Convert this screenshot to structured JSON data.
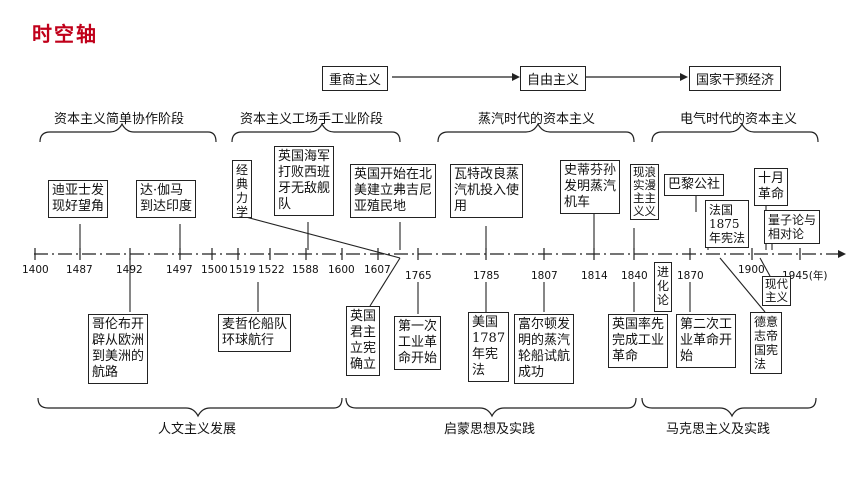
{
  "title": "时空轴",
  "stages": [
    "重商主义",
    "自由主义",
    "国家干预经济"
  ],
  "periods_top": [
    "资本主义简单协作阶段",
    "资本主义工场手工业阶段",
    "蒸汽时代的资本主义",
    "电气时代的资本主义"
  ],
  "periods_bottom": [
    "人文主义发展",
    "启蒙思想及实践",
    "马克思主义及实践"
  ],
  "ticks": [
    "1400",
    "1487",
    "1492",
    "1497",
    "1500",
    "1519",
    "1522",
    "1588",
    "1600",
    "1607",
    "1765",
    "1785",
    "1807",
    "1814",
    "1840",
    "1870",
    "1900",
    "1945(年)"
  ],
  "events_top": {
    "e1": "迪亚士发\n现好望角",
    "e2": "达·伽马\n到达印度",
    "e3": "经典力学",
    "e4": "英国海军\n打败西班\n牙无敌舰\n队",
    "e5": "英国开始在北\n美建立弗吉尼\n亚殖民地",
    "e6": "瓦特改良蒸\n汽机投入使\n用",
    "e7": "史蒂芬孙\n发明蒸汽\n机车",
    "e8": "现浪\n实漫\n主主\n义义",
    "e9": "巴黎公社",
    "e10": "法国\n1875\n年宪法",
    "e11": "十月\n革命",
    "e12": "量子论与\n相对论"
  },
  "events_bottom": {
    "b1": "哥伦布开\n辟从欧洲\n到美洲的\n航路",
    "b2": "麦哲伦船队\n环球航行",
    "b3": "英国\n君主\n立宪\n确立",
    "b4": "第一次\n工业革\n命开始",
    "b5": "美国\n1787\n年宪\n法",
    "b6": "富尔顿发\n明的蒸汽\n轮船试航\n成功",
    "b7": "进化论",
    "b8": "英国率先\n完成工业\n革命",
    "b9": "第二次工\n业革命开\n始",
    "b10": "现代\n主义",
    "b11": "德意\n志帝\n国宪\n法"
  }
}
